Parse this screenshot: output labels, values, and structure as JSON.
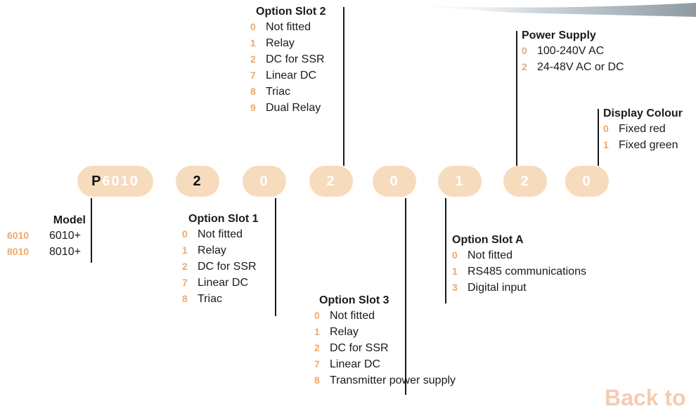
{
  "code_pills": [
    {
      "dark": "P",
      "light": "6010"
    },
    {
      "dark": "2",
      "light": ""
    },
    {
      "dark": "",
      "light": "0"
    },
    {
      "dark": "",
      "light": "2"
    },
    {
      "dark": "",
      "light": "0"
    },
    {
      "dark": "",
      "light": "1"
    },
    {
      "dark": "",
      "light": "2"
    },
    {
      "dark": "",
      "light": "0"
    }
  ],
  "model": {
    "title": "Model",
    "options": [
      {
        "code": "6010",
        "label": "6010+"
      },
      {
        "code": "8010",
        "label": "8010+"
      }
    ]
  },
  "option_slot_1": {
    "title": "Option Slot 1",
    "options": [
      {
        "code": "0",
        "label": "Not fitted"
      },
      {
        "code": "1",
        "label": "Relay"
      },
      {
        "code": "2",
        "label": "DC for SSR"
      },
      {
        "code": "7",
        "label": "Linear DC"
      },
      {
        "code": "8",
        "label": "Triac"
      }
    ]
  },
  "option_slot_2": {
    "title": "Option Slot 2",
    "options": [
      {
        "code": "0",
        "label": "Not fitted"
      },
      {
        "code": "1",
        "label": "Relay"
      },
      {
        "code": "2",
        "label": "DC for SSR"
      },
      {
        "code": "7",
        "label": "Linear DC"
      },
      {
        "code": "8",
        "label": "Triac"
      },
      {
        "code": "9",
        "label": "Dual Relay"
      }
    ]
  },
  "option_slot_3": {
    "title": "Option Slot 3",
    "options": [
      {
        "code": "0",
        "label": "Not fitted"
      },
      {
        "code": "1",
        "label": "Relay"
      },
      {
        "code": "2",
        "label": "DC for SSR"
      },
      {
        "code": "7",
        "label": "Linear DC"
      },
      {
        "code": "8",
        "label": "Transmitter power supply"
      }
    ]
  },
  "option_slot_a": {
    "title": "Option Slot A",
    "options": [
      {
        "code": "0",
        "label": "Not fitted"
      },
      {
        "code": "1",
        "label": "RS485 communications"
      },
      {
        "code": "3",
        "label": "Digital input"
      }
    ]
  },
  "power_supply": {
    "title": "Power Supply",
    "options": [
      {
        "code": "0",
        "label": "100-240V AC"
      },
      {
        "code": "2",
        "label": "24-48V AC or DC"
      }
    ]
  },
  "display_colour": {
    "title": "Display Colour",
    "options": [
      {
        "code": "0",
        "label": "Fixed red"
      },
      {
        "code": "1",
        "label": "Fixed green"
      }
    ]
  },
  "back_link": "Back to",
  "colors": {
    "pill_fill": "#f7dbbd",
    "code_accent": "#f0a86c",
    "line": "#1a1a1a"
  }
}
